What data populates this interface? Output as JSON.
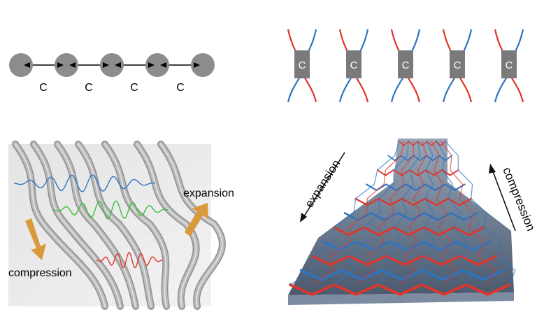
{
  "panel_a": {
    "coupling_labels": [
      "C",
      "C",
      "C",
      "C"
    ],
    "node_count": 5
  },
  "panel_b": {
    "couplers": [
      "C",
      "C",
      "C",
      "C",
      "C"
    ]
  },
  "panel_c": {
    "expansion_label": "expansion",
    "compression_label": "compression"
  },
  "panel_d": {
    "expansion_label": "expansion",
    "compression_label": "compression"
  },
  "colors": {
    "node": "#8c8c8c",
    "red": "#e0352b",
    "blue": "#2f74c0",
    "green": "#3bbf3b",
    "arrow_orange": "#d99a3c",
    "waveguide": "#b9b9b9",
    "slab": "#6f7f93"
  }
}
